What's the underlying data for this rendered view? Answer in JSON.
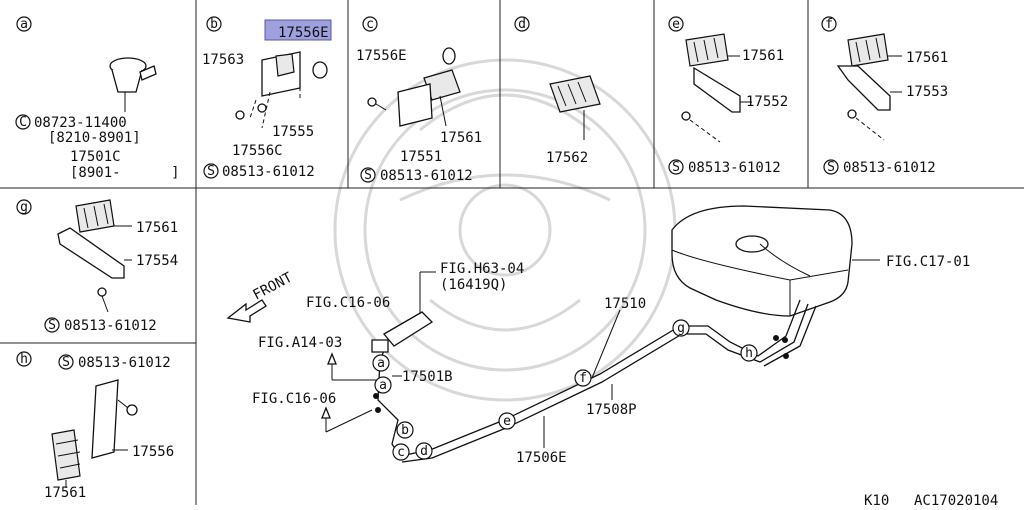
{
  "panels": {
    "a": {
      "letter": "a",
      "labels": [
        "08723-11400",
        "[8210-8901]",
        "17501C",
        "[8901-      ]"
      ]
    },
    "b": {
      "letter": "b",
      "labels": [
        "17556E",
        "17563",
        "17555",
        "17556C",
        "08513-61012"
      ]
    },
    "c": {
      "letter": "c",
      "labels": [
        "17556E",
        "17561",
        "17551",
        "08513-61012"
      ]
    },
    "d": {
      "letter": "d",
      "labels": [
        "17562"
      ]
    },
    "e": {
      "letter": "e",
      "labels": [
        "17561",
        "17552",
        "08513-61012"
      ]
    },
    "f": {
      "letter": "f",
      "labels": [
        "17561",
        "17553",
        "08513-61012"
      ]
    },
    "g": {
      "letter": "g",
      "labels": [
        "17561",
        "17554",
        "08513-61012"
      ]
    },
    "h": {
      "letter": "h",
      "labels": [
        "08513-61012",
        "17556",
        "17561"
      ]
    }
  },
  "symbols": {
    "c_prefix": "C",
    "s_prefix": "S"
  },
  "main": {
    "front": "FRONT",
    "refs": [
      "FIG.H63-04",
      "(16419Q)",
      "FIG.C16-06",
      "FIG.A14-03",
      "FIG.C16-06",
      "FIG.C17-01"
    ],
    "parts": [
      "17510",
      "17501B",
      "17508P",
      "17506E"
    ],
    "route_markers": [
      "a",
      "b",
      "c",
      "d",
      "e",
      "f",
      "g",
      "h"
    ]
  },
  "footer": {
    "page": "K10",
    "code": "AC17020104"
  },
  "colors": {
    "highlight": "#9fa0dd"
  }
}
